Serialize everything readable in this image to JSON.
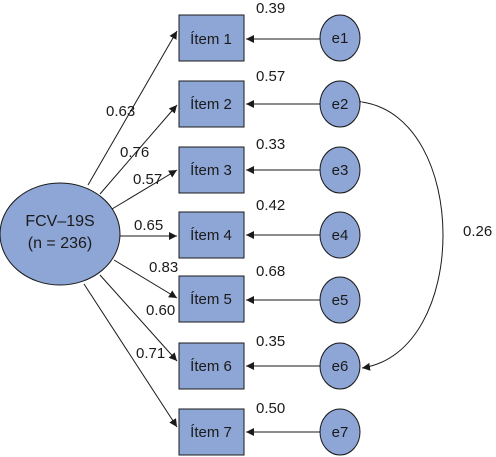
{
  "latent": {
    "name": "FCV–19S",
    "sample": "(n = 236)"
  },
  "items": [
    {
      "label": "Ítem 1",
      "error": "e1",
      "loading": "0.63",
      "r2": "0.39"
    },
    {
      "label": "Ítem 2",
      "error": "e2",
      "loading": "0.76",
      "r2": "0.57"
    },
    {
      "label": "Ítem 3",
      "error": "e3",
      "loading": "0.57",
      "r2": "0.33"
    },
    {
      "label": "Ítem 4",
      "error": "e4",
      "loading": "0.65",
      "r2": "0.42"
    },
    {
      "label": "Ítem 5",
      "error": "e5",
      "loading": "0.83",
      "r2": "0.68"
    },
    {
      "label": "Ítem 6",
      "error": "e6",
      "loading": "0.60",
      "r2": "0.35"
    },
    {
      "label": "Ítem 7",
      "error": "e7",
      "loading": "0.71",
      "r2": "0.50"
    }
  ],
  "covariance": {
    "between": [
      "e2",
      "e6"
    ],
    "value": "0.26"
  },
  "colors": {
    "fill": "#8ea6d6",
    "stroke": "#1a1a1a"
  }
}
